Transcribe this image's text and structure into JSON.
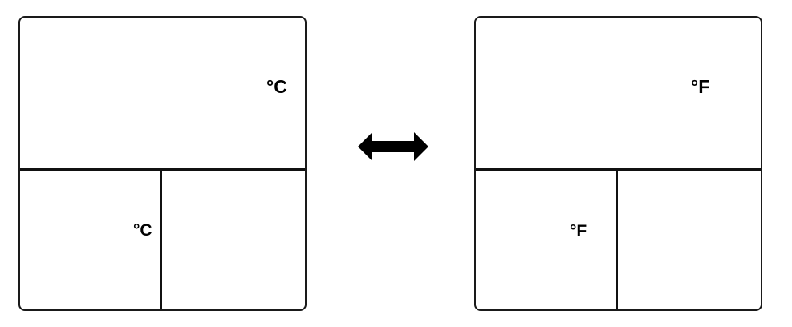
{
  "left_display": {
    "top_unit": "°C",
    "bottom_left_unit": "°C"
  },
  "right_display": {
    "top_unit": "°F",
    "bottom_left_unit": "°F"
  },
  "colors": {
    "line": "#111111",
    "background": "#ffffff"
  },
  "icons": {
    "center": "double-arrow-icon"
  }
}
